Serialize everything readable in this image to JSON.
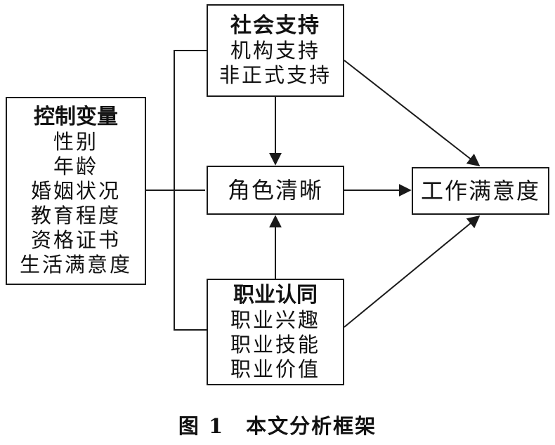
{
  "diagram": {
    "control_box": {
      "title": "控制变量",
      "items": [
        "性别",
        "年龄",
        "婚姻状况",
        "教育程度",
        "资格证书",
        "生活满意度"
      ]
    },
    "social_box": {
      "title": "社会支持",
      "items": [
        "机构支持",
        "非正式支持"
      ]
    },
    "role_box": {
      "title": "角色清晰"
    },
    "career_box": {
      "title": "职业认同",
      "items": [
        "职业兴趣",
        "职业技能",
        "职业价值"
      ]
    },
    "satisfaction_box": {
      "title": "工作满意度"
    },
    "caption": "图 1　本文分析框架",
    "line_color": "#1a1a1a"
  }
}
